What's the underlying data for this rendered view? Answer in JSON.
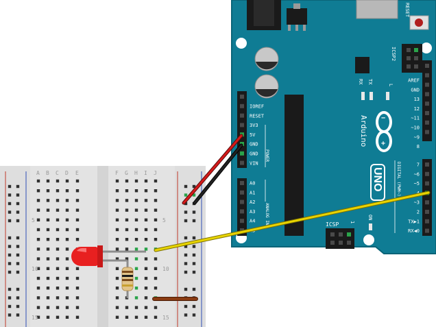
{
  "arduino": {
    "reset_label": "RESET",
    "icsp2_label": "ICSP2",
    "rx_label": "RX",
    "tx_label": "TX",
    "l_label": "L",
    "brand": "Arduino",
    "model": "UNO",
    "on_label": "ON",
    "icsp_label": "ICSP",
    "icsp_pin1": "1",
    "power_section_label": "POWER",
    "analog_section_label": "ANALOG IN",
    "digital_section_label": "DIGITAL (PWM~)",
    "power_pins": [
      "IOREF",
      "RESET",
      "3V3",
      "5V",
      "GND",
      "GND",
      "VIN"
    ],
    "analog_pins": [
      "A0",
      "A1",
      "A2",
      "A3",
      "A4",
      "A5"
    ],
    "digital_pins_top": [
      "AREF",
      "GND",
      "13",
      "12",
      "~11",
      "~10",
      "~9",
      "8"
    ],
    "digital_pins_bottom": [
      "7",
      "~6",
      "~5",
      "4",
      "~3",
      "2",
      "TX▶1",
      "RX◀0"
    ],
    "colors": {
      "board": "#0f7c94",
      "board_edge": "#0a6478",
      "pin_text": "#ffffff"
    }
  },
  "breadboard": {
    "columns_left": [
      "A",
      "B",
      "C",
      "D",
      "E"
    ],
    "columns_right": [
      "F",
      "G",
      "H",
      "I",
      "J"
    ],
    "row_numbers": [
      "5",
      "10",
      "15"
    ],
    "colors": {
      "body": "#e3e3e3",
      "rail_red": "#c0392b",
      "rail_blue": "#2e4fb5",
      "hole": "#303030",
      "hole_active": "#2aa34a"
    }
  },
  "wires": [
    {
      "name": "5v-wire",
      "color": "#d51a1a"
    },
    {
      "name": "gnd-wire",
      "color": "#1a1a1a"
    },
    {
      "name": "signal-wire",
      "color": "#e8d400"
    },
    {
      "name": "ground-jumper",
      "color": "#8a3b12"
    }
  ],
  "components": {
    "led_color": "#e82020",
    "resistor_body": "#e2c48a"
  }
}
